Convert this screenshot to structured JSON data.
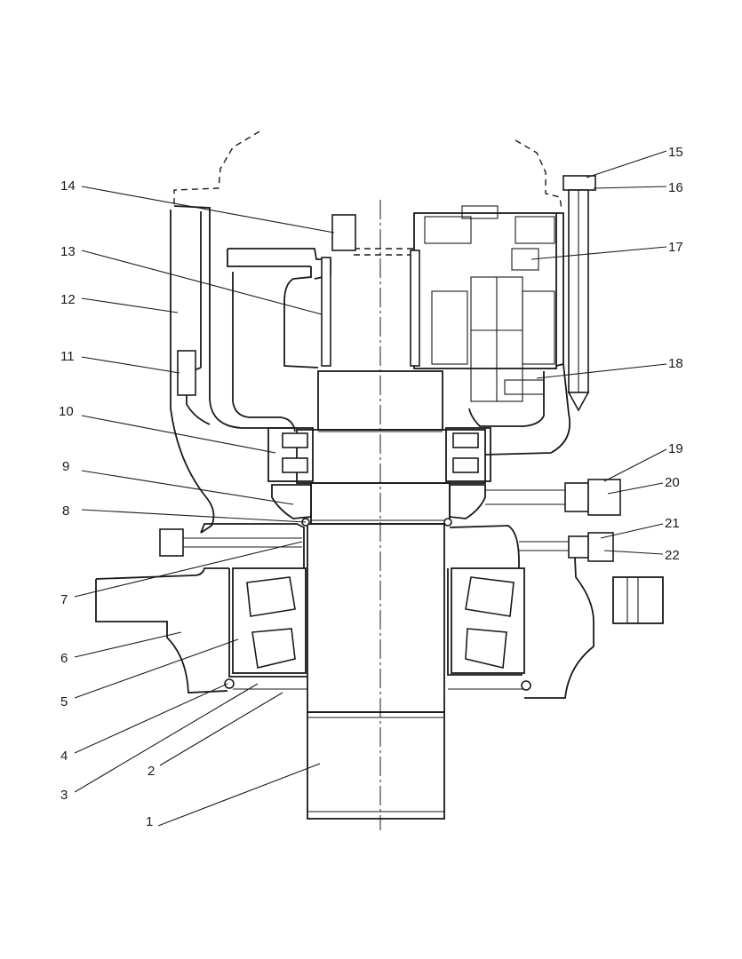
{
  "labels": {
    "n1": "1",
    "n2": "2",
    "n3": "3",
    "n4": "4",
    "n5": "5",
    "n6": "6",
    "n7": "7",
    "n8": "8",
    "n9": "9",
    "n10": "10",
    "n11": "11",
    "n12": "12",
    "n13": "13",
    "n14": "14",
    "n15": "15",
    "n16": "16",
    "n17": "17",
    "n18": "18",
    "n19": "19",
    "n20": "20",
    "n21": "21",
    "n22": "22"
  }
}
